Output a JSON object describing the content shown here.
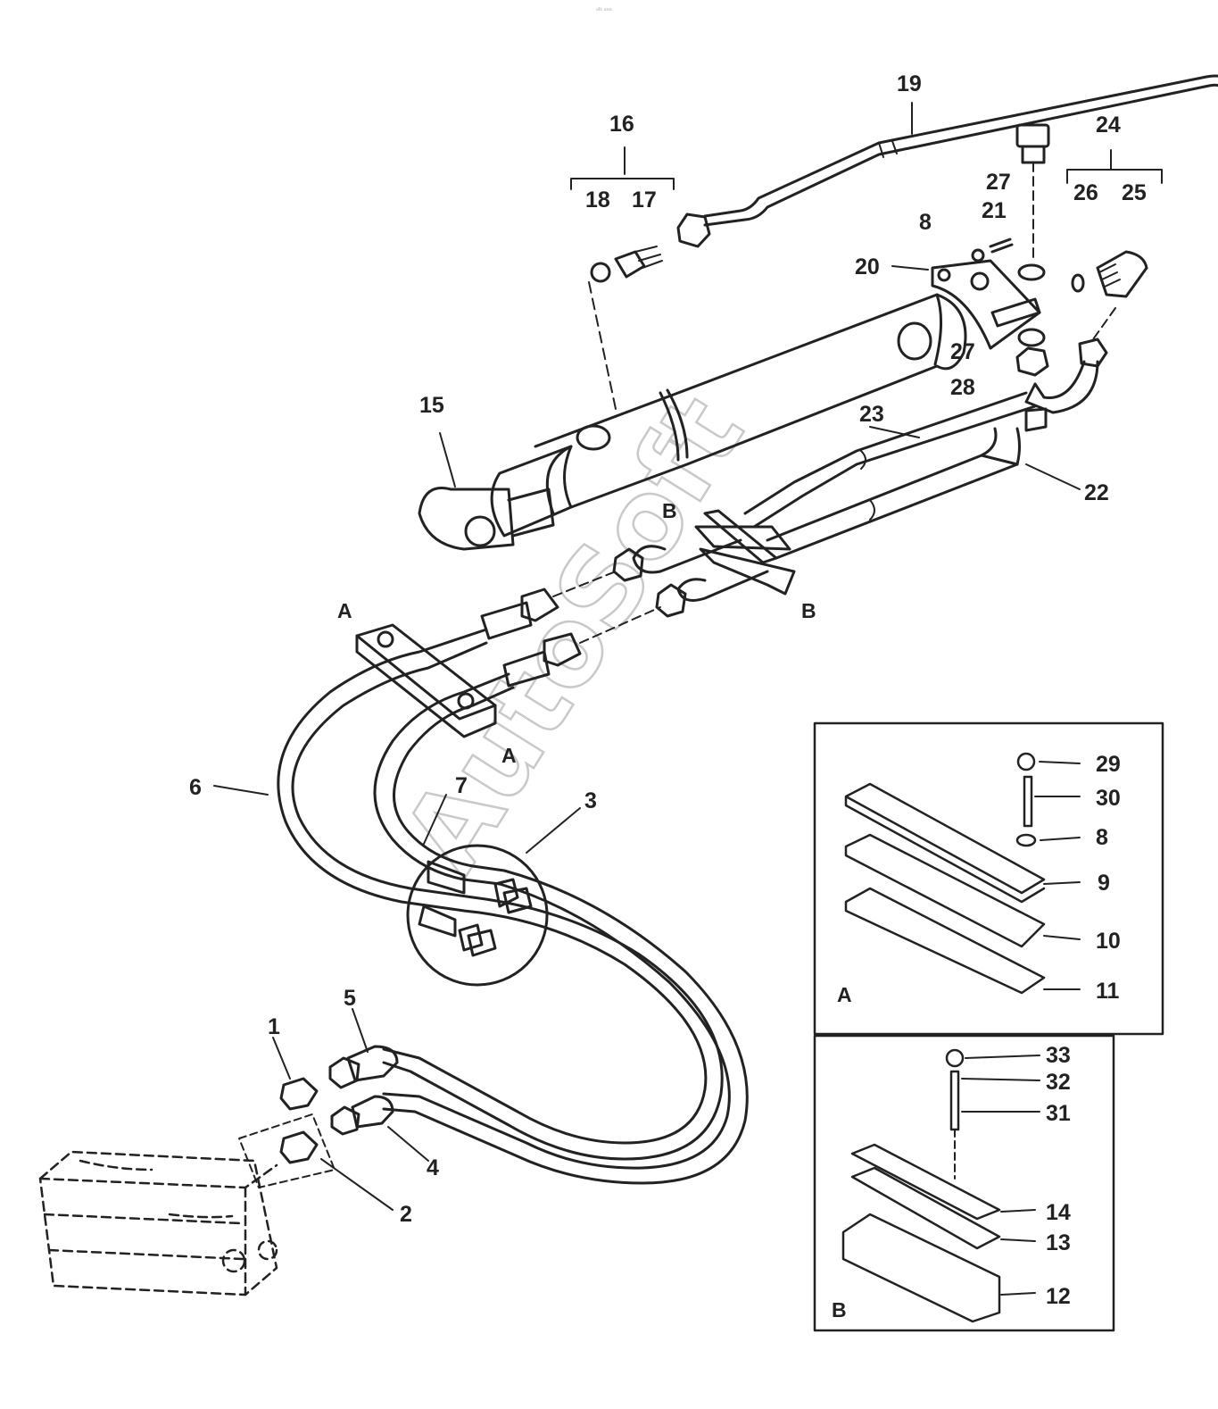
{
  "header_mark": "ᵃᴺ ᵃᵃᵃ",
  "watermark": "AutoSoft",
  "callouts": [
    "1",
    "2",
    "3",
    "4",
    "5",
    "6",
    "7",
    "8",
    "9",
    "10",
    "11",
    "12",
    "13",
    "14",
    "15",
    "16",
    "17",
    "18",
    "19",
    "20",
    "21",
    "22",
    "23",
    "24",
    "25",
    "26",
    "27",
    "28",
    "29",
    "30",
    "31",
    "32",
    "33"
  ],
  "section_labels": {
    "a": "A",
    "b": "B"
  },
  "inset_a": {
    "label": "A",
    "items": [
      "29",
      "30",
      "8",
      "9",
      "10",
      "11"
    ]
  },
  "inset_b": {
    "label": "B",
    "items": [
      "33",
      "32",
      "31",
      "14",
      "13",
      "12"
    ]
  }
}
